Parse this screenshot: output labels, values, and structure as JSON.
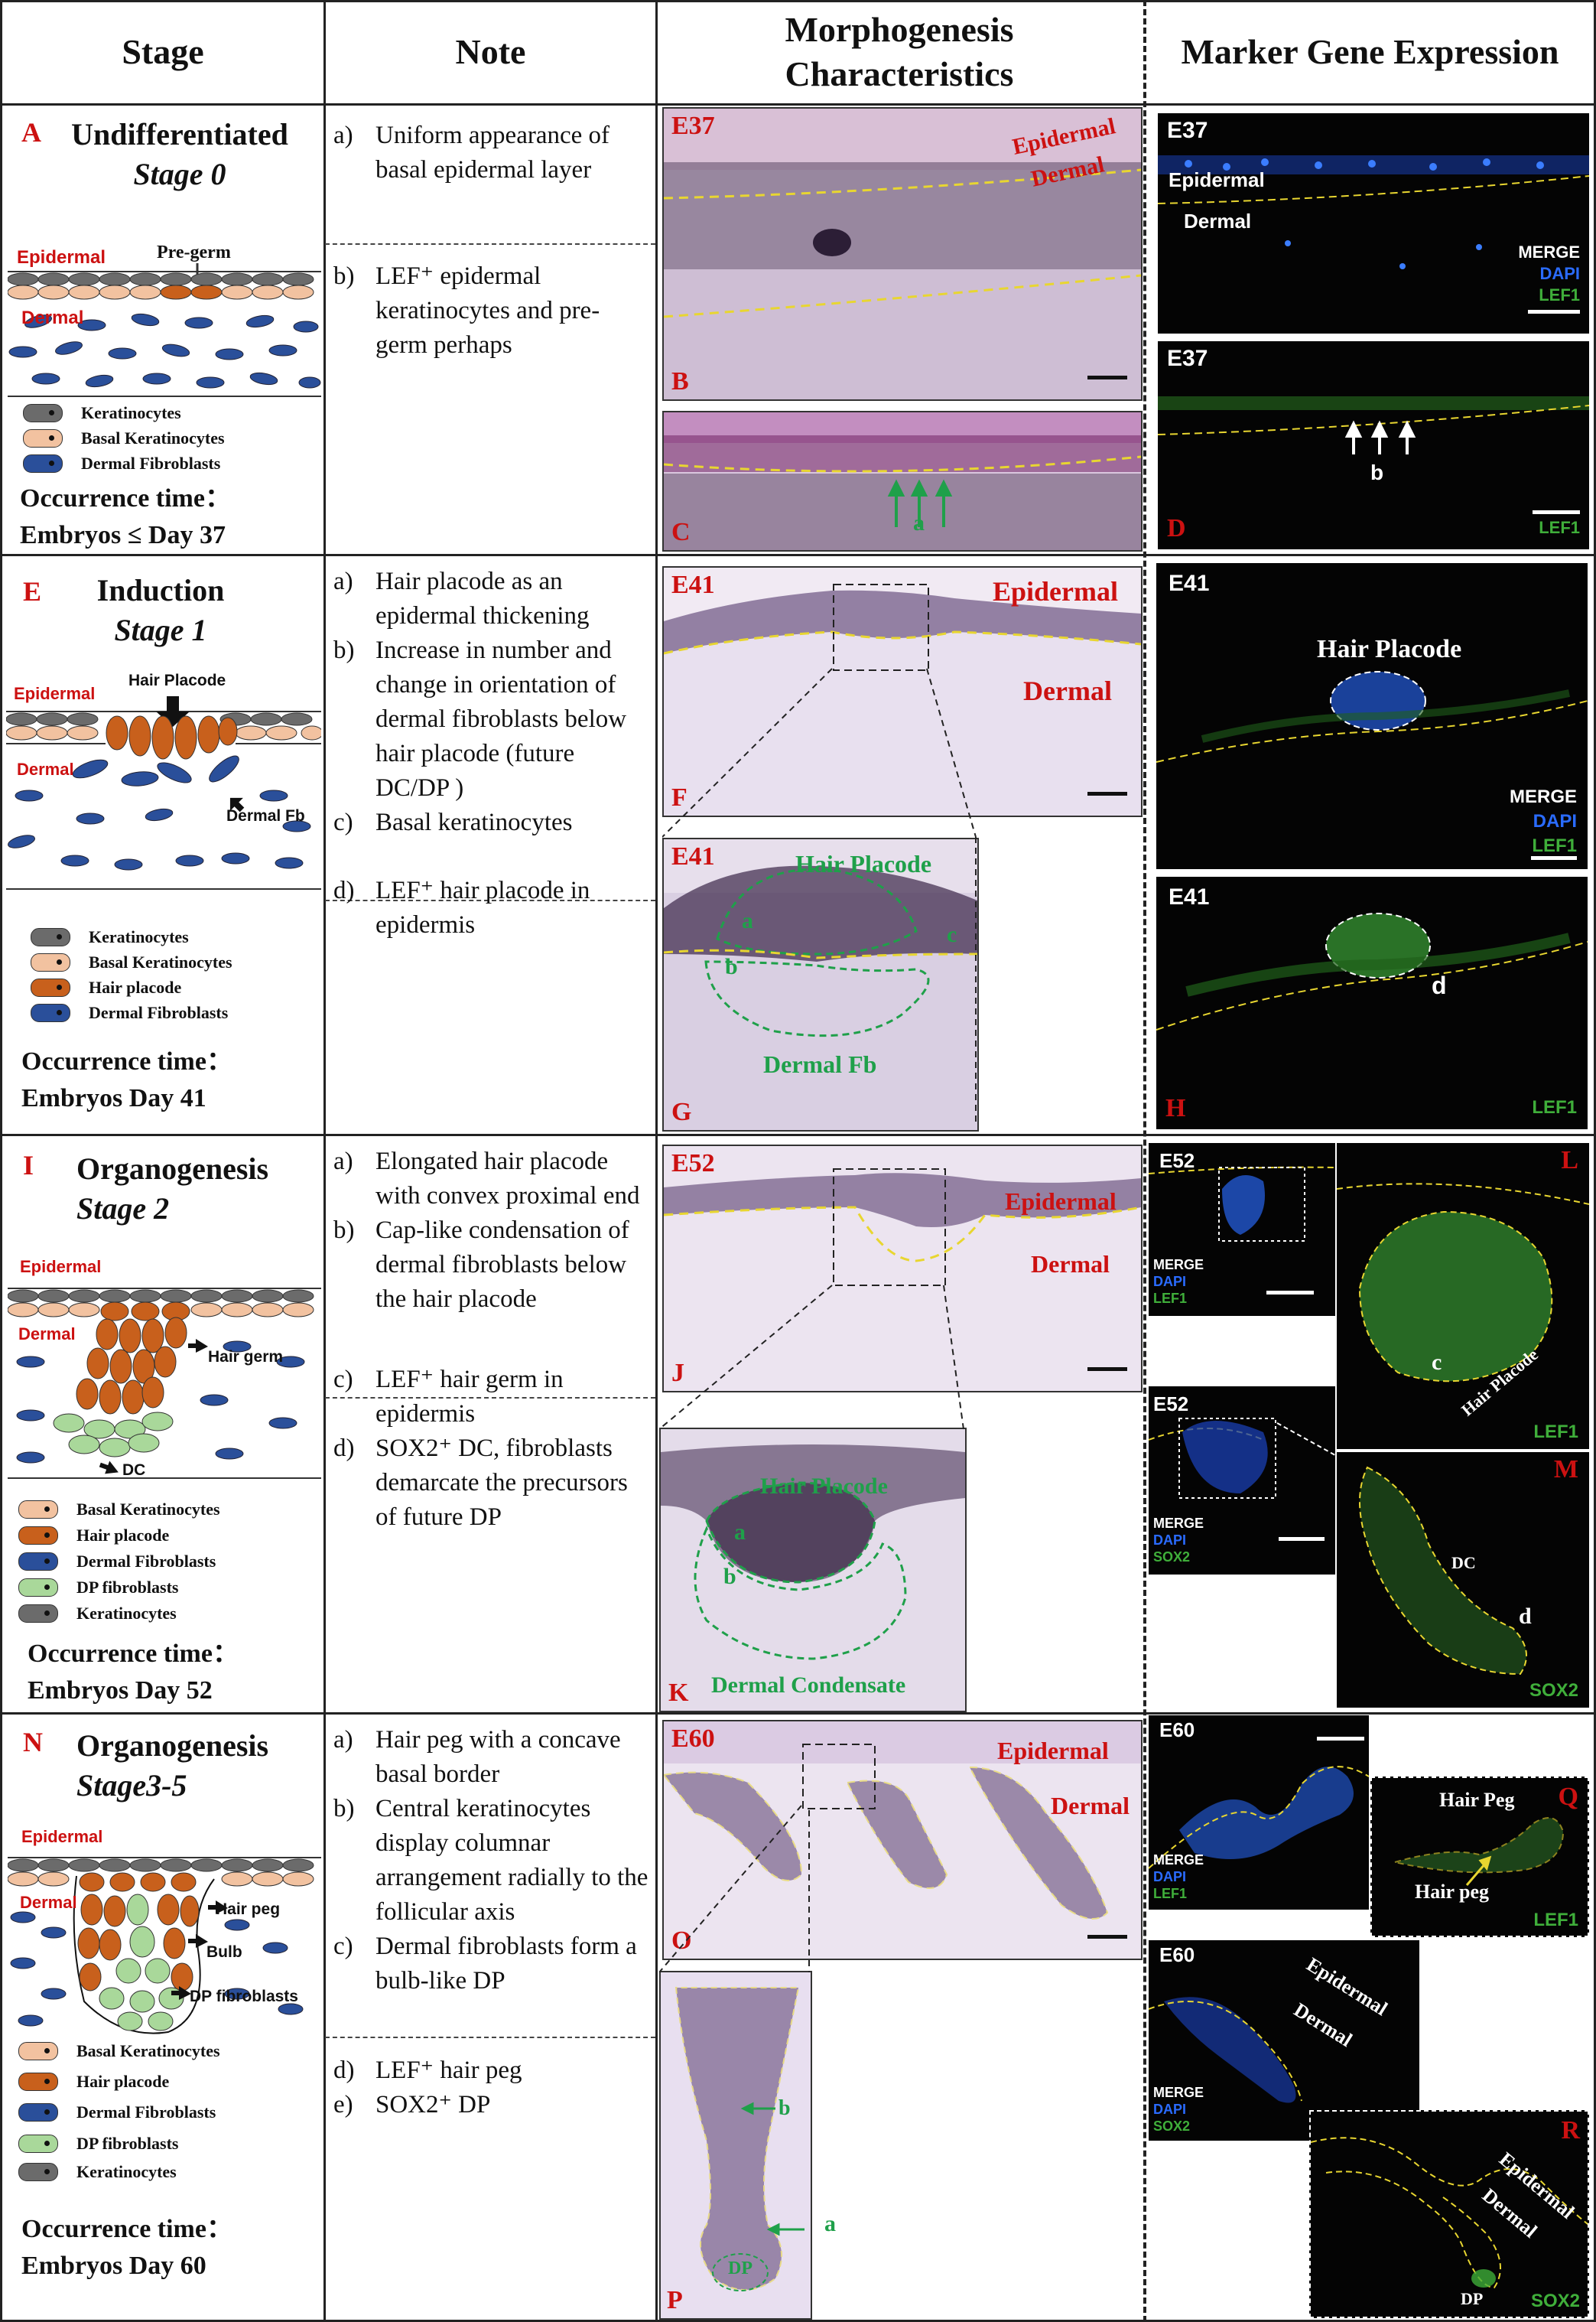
{
  "headers": {
    "stage": "Stage",
    "note": "Note",
    "morph": "Morphogenesis Characteristics",
    "marker": "Marker Gene Expression"
  },
  "rows": [
    {
      "letter": "A",
      "title": "Undifferentiated",
      "stage": "Stage 0",
      "layer_epidermal": "Epidermal",
      "layer_dermal": "Dermal",
      "annotation": "Pre-germ",
      "legend": [
        "Keratinocytes",
        "Basal Keratinocytes",
        "Dermal Fibroblasts"
      ],
      "occ_label": "Occurrence time：",
      "occ_value": "Embryos ≤ Day 37",
      "notes": [
        {
          "k": "a)",
          "text": "Uniform appearance of basal epidermal layer"
        },
        {
          "k": "b)",
          "text": "LEF⁺ epidermal keratinocytes and pre-germ perhaps"
        }
      ]
    },
    {
      "letter": "E",
      "title": "Induction",
      "stage": "Stage 1",
      "layer_epidermal": "Epidermal",
      "layer_dermal": "Dermal",
      "annotation": "Hair Placode",
      "annotation2": "Dermal Fb",
      "legend": [
        "Keratinocytes",
        "Basal Keratinocytes",
        "Hair placode",
        "Dermal Fibroblasts"
      ],
      "occ_label": "Occurrence time：",
      "occ_value": "Embryos Day 41",
      "notes": [
        {
          "k": "a)",
          "text": "Hair placode as an epidermal thickening"
        },
        {
          "k": "b)",
          "text": "Increase in number and change in orientation of dermal fibroblasts below hair placode (future DC/DP )"
        },
        {
          "k": "c)",
          "text": "Basal keratinocytes"
        },
        {
          "k": "d)",
          "text": "LEF⁺ hair placode in epidermis"
        }
      ]
    },
    {
      "letter": "I",
      "title": "Organogenesis",
      "stage": "Stage 2",
      "layer_epidermal": "Epidermal",
      "layer_dermal": "Dermal",
      "annotation": "Hair germ",
      "annotation2": "DC",
      "legend": [
        "Basal Keratinocytes",
        "Hair placode",
        "Dermal Fibroblasts",
        "DP fibroblasts",
        "Keratinocytes"
      ],
      "occ_label": "Occurrence time：",
      "occ_value": "Embryos Day 52",
      "notes": [
        {
          "k": "a)",
          "text": "Elongated hair placode with convex proximal end"
        },
        {
          "k": "b)",
          "text": "Cap-like condensation of dermal fibroblasts below the hair placode"
        },
        {
          "k": "c)",
          "text": "LEF⁺ hair germ in epidermis"
        },
        {
          "k": "d)",
          "text": "SOX2⁺ DC, fibroblasts demarcate the precursors of future DP"
        }
      ]
    },
    {
      "letter": "N",
      "title": "Organogenesis",
      "stage": "Stage3-5",
      "layer_epidermal": "Epidermal",
      "layer_dermal": "Dermal",
      "annotation": "Hair peg",
      "annotation2": "Bulb",
      "annotation3": "DP fibroblasts",
      "legend": [
        "Basal Keratinocytes",
        "Hair placode",
        "Dermal Fibroblasts",
        "DP fibroblasts",
        "Keratinocytes"
      ],
      "occ_label": "Occurrence time：",
      "occ_value": "Embryos Day 60",
      "notes": [
        {
          "k": "a)",
          "text": "Hair peg with a concave basal border"
        },
        {
          "k": "b)",
          "text": "Central keratinocytes display columnar arrangement radially to the follicular axis"
        },
        {
          "k": "c)",
          "text": "Dermal fibroblasts form a bulb-like DP"
        },
        {
          "k": "d)",
          "text": "LEF⁺ hair peg"
        },
        {
          "k": "e)",
          "text": "SOX2⁺ DP"
        }
      ]
    }
  ],
  "panels": {
    "B": {
      "label": "B",
      "age": "E37",
      "epidermal": "Epidermal",
      "dermal": "Dermal"
    },
    "C": {
      "label": "C",
      "mark": "a"
    },
    "D_top": {
      "age": "E37",
      "epidermal": "Epidermal",
      "dermal": "Dermal",
      "merge": "MERGE",
      "dapi": "DAPI",
      "lef1": "LEF1"
    },
    "D": {
      "label": "D",
      "age": "E37",
      "mark": "b",
      "stain": "LEF1"
    },
    "F": {
      "label": "F",
      "age": "E41",
      "epidermal": "Epidermal",
      "dermal": "Dermal"
    },
    "G": {
      "label": "G",
      "age": "E41",
      "placode": "Hair Placode",
      "fb": "Dermal Fb",
      "a": "a",
      "b": "b",
      "c": "c"
    },
    "H_top": {
      "age": "E41",
      "placode": "Hair Placode",
      "merge": "MERGE",
      "dapi": "DAPI",
      "lef1": "LEF1"
    },
    "H": {
      "label": "H",
      "age": "E41",
      "mark": "d",
      "stain": "LEF1"
    },
    "J": {
      "label": "J",
      "age": "E52",
      "epidermal": "Epidermal",
      "dermal": "Dermal"
    },
    "K": {
      "label": "K",
      "placode": "Hair Placode",
      "condensate": "Dermal Condensate",
      "a": "a",
      "b": "b"
    },
    "L_small": {
      "age": "E52",
      "merge": "MERGE",
      "dapi": "DAPI",
      "lef1": "LEF1"
    },
    "L": {
      "label": "L",
      "mark": "c",
      "placode": "Hair Placode",
      "stain": "LEF1"
    },
    "M_small": {
      "age": "E52",
      "merge": "MERGE",
      "dapi": "DAPI",
      "sox2": "SOX2"
    },
    "M": {
      "label": "M",
      "dc": "DC",
      "mark": "d",
      "stain": "SOX2"
    },
    "O": {
      "label": "O",
      "age": "E60",
      "epidermal": "Epidermal",
      "dermal": "Dermal"
    },
    "P": {
      "label": "P",
      "a": "a",
      "b": "b",
      "dp": "DP"
    },
    "Q_small": {
      "age": "E60",
      "merge": "MERGE",
      "dapi": "DAPI",
      "lef1": "LEF1"
    },
    "Q": {
      "label": "Q",
      "peg1": "Hair Peg",
      "peg2": "Hair peg",
      "stain": "LEF1"
    },
    "R_small": {
      "age": "E60",
      "epidermal": "Epidermal",
      "dermal": "Dermal",
      "merge": "MERGE",
      "dapi": "DAPI",
      "sox2": "SOX2"
    },
    "R": {
      "label": "R",
      "epidermal": "Epidermal",
      "dermal": "Dermal",
      "dp": "DP",
      "stain": "SOX2"
    }
  },
  "colors": {
    "red_label": "#cc1111",
    "green_label": "#22aa55",
    "keratinocyte": "#6b6b6b",
    "basal_keratinocyte": "#f2c2a0",
    "hair_placode": "#c8601c",
    "dermal_fibroblast": "#2a4f9a",
    "dp_fibroblast": "#a9d89a",
    "dapi": "#2a6bff",
    "lef1": "#3fae3a",
    "histo_bg": "#e9e2ee"
  }
}
